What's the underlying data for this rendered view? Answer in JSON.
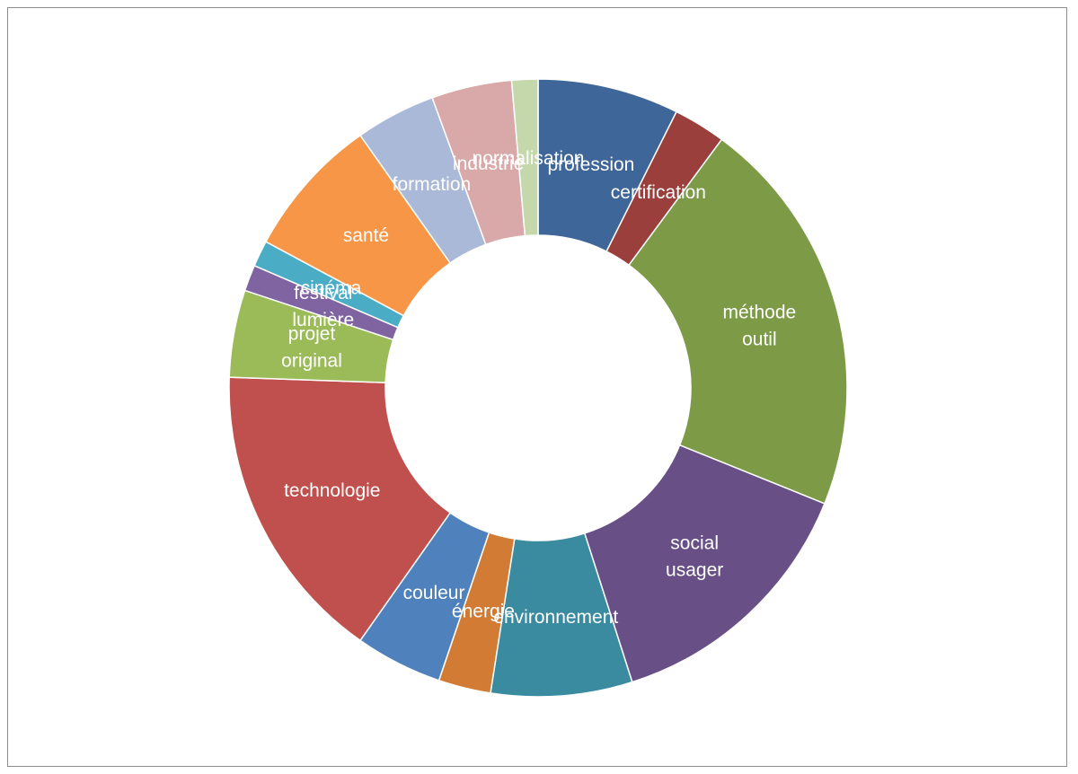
{
  "chart_data": {
    "type": "pie",
    "subtype": "donut",
    "title": "",
    "legend": "none",
    "start_angle_deg": 0,
    "slices": [
      {
        "label": [
          "profession"
        ],
        "value": 8.1,
        "color": "#3f6699"
      },
      {
        "label": [
          "certification"
        ],
        "value": 3.0,
        "color": "#9b3f3d"
      },
      {
        "label": [
          "méthode",
          "outil"
        ],
        "value": 23.0,
        "color": "#7d9b46"
      },
      {
        "label": [
          "social",
          "usager"
        ],
        "value": 15.3,
        "color": "#684f86"
      },
      {
        "label": [
          "environnement"
        ],
        "value": 8.1,
        "color": "#3a8aa0"
      },
      {
        "label": [
          "énergie"
        ],
        "value": 3.0,
        "color": "#d27b34"
      },
      {
        "label": [
          "couleur"
        ],
        "value": 5.0,
        "color": "#4f81bd"
      },
      {
        "label": [
          "technologie"
        ],
        "value": 17.3,
        "color": "#c0504d"
      },
      {
        "label": [
          "projet",
          "original"
        ],
        "value": 5.0,
        "color": "#9bbb59"
      },
      {
        "label": [
          "festival",
          "lumière"
        ],
        "value": 1.5,
        "color": "#8064a2"
      },
      {
        "label": [
          "cinéma"
        ],
        "value": 1.5,
        "color": "#4bacc6"
      },
      {
        "label": [
          "santé"
        ],
        "value": 8.1,
        "color": "#f79646"
      },
      {
        "label": [
          "formation"
        ],
        "value": 4.6,
        "color": "#aab9d7"
      },
      {
        "label": [
          "industrie"
        ],
        "value": 4.6,
        "color": "#d9a9a9"
      },
      {
        "label": [
          "normalisation"
        ],
        "value": 1.5,
        "color": "#c4d8ac"
      }
    ]
  }
}
